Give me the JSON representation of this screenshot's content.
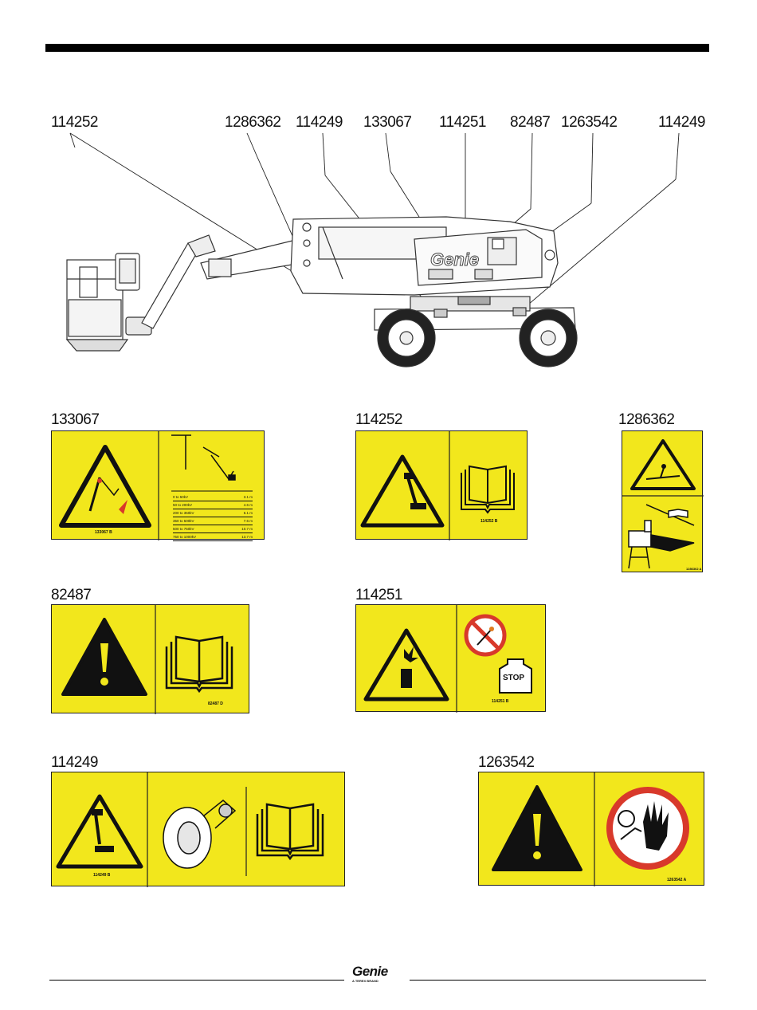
{
  "callouts": [
    "114252",
    "1286362",
    "114249",
    "133067",
    "114251",
    "82487",
    "1263542",
    "114249"
  ],
  "machine": {
    "brand_text": "Genie"
  },
  "decals": {
    "d133067": {
      "title": "133067",
      "code": "133067 B",
      "table_rows": [
        [
          "0 to 50kV",
          "3.1 m"
        ],
        [
          "50 to 200kV",
          "4.6 m"
        ],
        [
          "200 to 350kV",
          "6.1 m"
        ],
        [
          "350 to 500kV",
          "7.6 m"
        ],
        [
          "500 to 750kV",
          "10.7 m"
        ],
        [
          "750 to 1000kV",
          "13.7 m"
        ]
      ]
    },
    "d114252": {
      "title": "114252",
      "code": "114252 B"
    },
    "d1286362": {
      "title": "1286362",
      "code": "1286362 A"
    },
    "d82487": {
      "title": "82487",
      "code": "82487 D"
    },
    "d114251": {
      "title": "114251",
      "code": "114251 B",
      "stop_text": "STOP"
    },
    "d114249": {
      "title": "114249",
      "code": "114249 B"
    },
    "d1263542": {
      "title": "1263542",
      "code": "1263542 A"
    }
  },
  "footer": {
    "logo_text": "Genie",
    "tagline": "A TEREX BRAND"
  },
  "colors": {
    "decal_yellow": "#f2e71c",
    "ink": "#111111",
    "prohibit_red": "#d8392b"
  }
}
